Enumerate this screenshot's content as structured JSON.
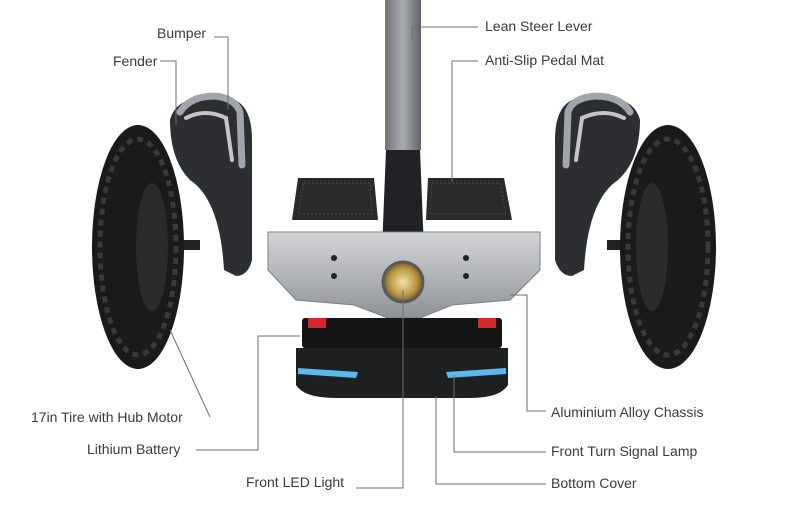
{
  "labels": {
    "lean_steer_lever": "Lean Steer Lever",
    "anti_slip_pedal_mat": "Anti-Slip Pedal Mat",
    "bumper": "Bumper",
    "fender": "Fender",
    "tire_hub_motor": "17in Tire with Hub Motor",
    "lithium_battery": "Lithium Battery",
    "front_led_light": "Front LED Light",
    "aluminium_alloy_chassis": "Aluminium Alloy Chassis",
    "front_turn_signal_lamp": "Front Turn Signal Lamp",
    "bottom_cover": "Bottom Cover"
  },
  "colors": {
    "tire": "#1a1a1a",
    "chassis": "#b9bcc0",
    "fender": "#2c2e31",
    "bumper": "#9aa0a6",
    "lever": "#8c9096",
    "pedal": "#2a2a2a",
    "battery": "#151515",
    "signal_lamp": "#5bb8e8",
    "brake_light": "#d8262c",
    "led": "#c9a95a"
  }
}
